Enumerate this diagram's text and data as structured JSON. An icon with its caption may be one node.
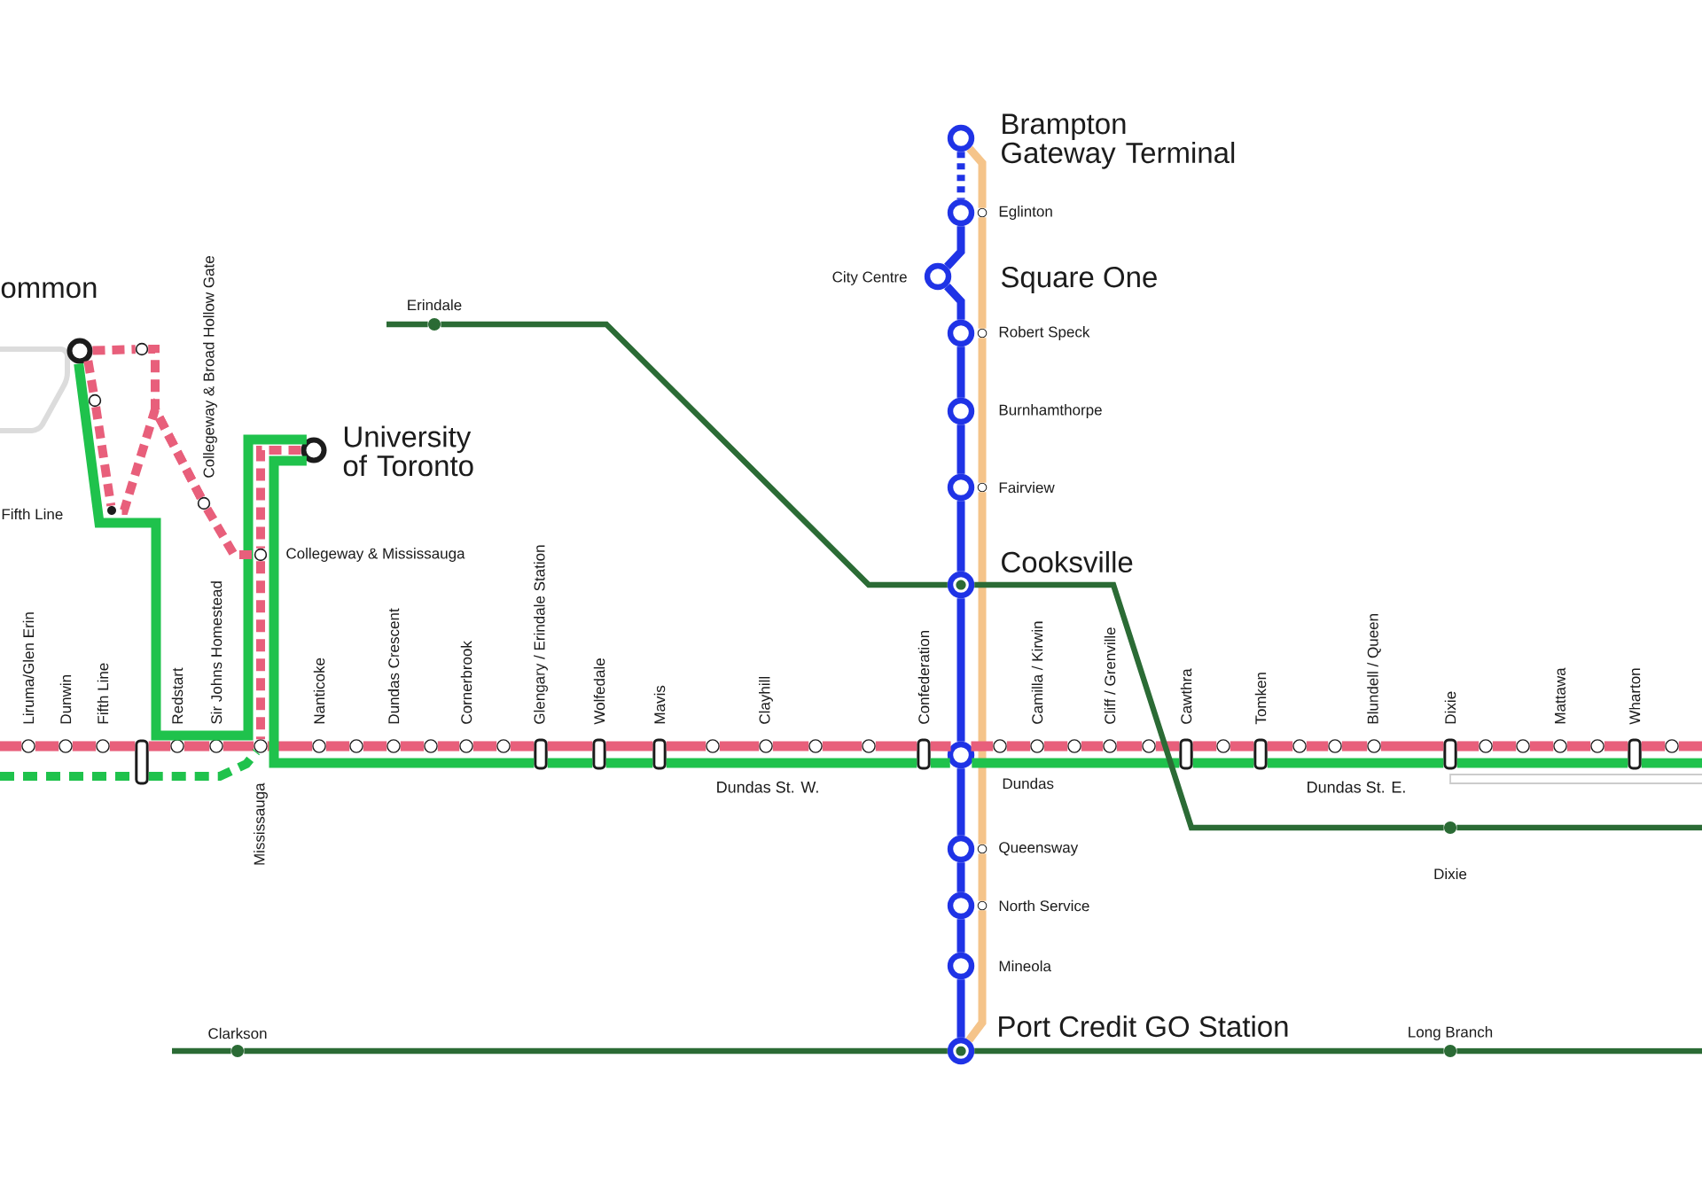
{
  "diagram": {
    "nodes": [
      {
        "text": [],
        "shape": "circle",
        "beside": [
          "ommon"
        ]
      },
      {
        "text": [],
        "shape": "circle"
      },
      {
        "text": [],
        "shape": "circle"
      },
      {
        "text": [],
        "shape": "circle",
        "beside": [
          "Collegeway & Broad Hollow Gate"
        ]
      },
      {
        "text": [],
        "shape": "circle",
        "beside": [
          "Fifth Line"
        ]
      },
      {
        "text": [],
        "shape": "circle",
        "beside": [
          "University of Toronto"
        ]
      },
      {
        "text": [],
        "shape": "circle",
        "beside": [
          "Collegeway & Mississauga"
        ]
      },
      {
        "text": [],
        "shape": "circle",
        "beside": [
          "Erindale"
        ]
      },
      {
        "text": [],
        "shape": "circle",
        "beside": [
          "Brampton Gateway Terminal"
        ]
      },
      {
        "text": [],
        "shape": "circle"
      },
      {
        "text": [],
        "shape": "circle",
        "beside": [
          "City Centre"
        ]
      },
      {
        "text": [],
        "shape": "circle"
      },
      {
        "text": [],
        "shape": "circle",
        "beside": [
          "Burnhamthorpe"
        ]
      },
      {
        "text": [],
        "shape": "circle"
      },
      {
        "text": [],
        "shape": "circle",
        "beside": [
          "Cooksville"
        ]
      },
      {
        "text": [],
        "shape": "circle",
        "beside": [
          "Liruma/Glen Erin"
        ]
      },
      {
        "text": [],
        "shape": "circle",
        "beside": [
          "Dunwin"
        ]
      },
      {
        "text": [],
        "shape": "circle",
        "beside": [
          "Fifth Line"
        ]
      },
      {
        "text": [],
        "shape": "capsule"
      },
      {
        "text": [],
        "shape": "circle",
        "beside": [
          "Redstart"
        ]
      },
      {
        "text": [],
        "shape": "circle",
        "beside": [
          "Sir Johns Homestead"
        ]
      },
      {
        "text": [],
        "shape": "circle",
        "beside": [
          "Mississauga"
        ]
      },
      {
        "text": [],
        "shape": "circle",
        "beside": [
          "Nanticoke"
        ]
      },
      {
        "text": [],
        "shape": "circle"
      },
      {
        "text": [],
        "shape": "circle",
        "beside": [
          "Dundas Crescent"
        ]
      },
      {
        "text": [],
        "shape": "circle"
      },
      {
        "text": [],
        "shape": "circle",
        "beside": [
          "Cornerbrook"
        ]
      },
      {
        "text": [],
        "shape": "circle"
      },
      {
        "text": [],
        "shape": "capsule",
        "beside": [
          "Glengary / Erindale Station"
        ]
      },
      {
        "text": [],
        "shape": "capsule",
        "beside": [
          "Wolfedale"
        ]
      },
      {
        "text": [],
        "shape": "capsule",
        "beside": [
          "Mavis"
        ]
      },
      {
        "text": [],
        "shape": "circle"
      },
      {
        "text": [],
        "shape": "circle",
        "beside": [
          "Clayhill"
        ]
      },
      {
        "text": [],
        "shape": "circle"
      },
      {
        "text": [],
        "shape": "circle"
      },
      {
        "text": [],
        "shape": "capsule",
        "beside": [
          "Confederation"
        ]
      },
      {
        "text": [],
        "shape": "circle",
        "beside": [
          "Dundas"
        ]
      },
      {
        "text": [],
        "shape": "circle"
      },
      {
        "text": [],
        "shape": "circle",
        "beside": [
          "Camilla / Kirwin"
        ]
      },
      {
        "text": [],
        "shape": "circle"
      },
      {
        "text": [],
        "shape": "circle",
        "beside": [
          "Cliff / Grenville"
        ]
      },
      {
        "text": [],
        "shape": "circle"
      },
      {
        "text": [],
        "shape": "capsule",
        "beside": [
          "Cawthra"
        ]
      },
      {
        "text": [],
        "shape": "circle"
      },
      {
        "text": [],
        "shape": "capsule",
        "beside": [
          "Tomken"
        ]
      },
      {
        "text": [],
        "shape": "circle"
      },
      {
        "text": [],
        "shape": "circle"
      },
      {
        "text": [],
        "shape": "circle",
        "beside": [
          "Blundell / Queen"
        ]
      },
      {
        "text": [],
        "shape": "capsule",
        "beside": [
          "Dixie"
        ]
      },
      {
        "text": [],
        "shape": "circle"
      },
      {
        "text": [],
        "shape": "circle"
      },
      {
        "text": [],
        "shape": "circle",
        "beside": [
          "Mattawa"
        ]
      },
      {
        "text": [],
        "shape": "circle"
      },
      {
        "text": [],
        "shape": "capsule",
        "beside": [
          "Wharton"
        ]
      },
      {
        "text": [],
        "shape": "circle"
      },
      {
        "text": [],
        "shape": "circle"
      },
      {
        "text": [],
        "shape": "circle"
      },
      {
        "text": [],
        "shape": "circle",
        "beside": [
          "Mineola"
        ]
      },
      {
        "text": [],
        "shape": "circle",
        "beside": [
          "Dixie"
        ]
      },
      {
        "text": [],
        "shape": "circle",
        "beside": [
          "Clarkson"
        ]
      },
      {
        "text": [],
        "shape": "circle",
        "beside": [
          "Port Credit GO Station"
        ]
      },
      {
        "text": [],
        "shape": "circle",
        "beside": [
          "Long Branch"
        ]
      },
      {
        "text": [],
        "shape": "circle",
        "beside": [
          "Eglinton"
        ]
      },
      {
        "text": [],
        "shape": "circle",
        "beside": [
          "Robert Speck"
        ]
      },
      {
        "text": [],
        "shape": "circle",
        "beside": [
          "Fairview"
        ]
      },
      {
        "text": [],
        "shape": "circle",
        "beside": [
          "Queensway"
        ]
      },
      {
        "text": [],
        "shape": "circle",
        "beside": [
          "North Service"
        ]
      }
    ],
    "edges": [
      {
        "from": null,
        "to": 15,
        "arrow": "none"
      },
      {
        "from": 15,
        "to": 16,
        "arrow": "none"
      },
      {
        "from": 16,
        "to": 17,
        "arrow": "none"
      },
      {
        "from": 17,
        "to": 18,
        "arrow": "none"
      },
      {
        "from": 18,
        "to": 19,
        "arrow": "none"
      },
      {
        "from": 19,
        "to": 20,
        "arrow": "none"
      },
      {
        "from": 20,
        "to": 21,
        "arrow": "none"
      },
      {
        "from": 21,
        "to": 22,
        "arrow": "none"
      },
      {
        "from": 22,
        "to": 23,
        "arrow": "none"
      },
      {
        "from": 23,
        "to": 24,
        "arrow": "none"
      },
      {
        "from": 24,
        "to": 25,
        "arrow": "none"
      },
      {
        "from": 25,
        "to": 26,
        "arrow": "none"
      },
      {
        "from": 26,
        "to": 27,
        "arrow": "none"
      },
      {
        "from": 27,
        "to": 28,
        "arrow": "none"
      },
      {
        "from": 28,
        "to": 29,
        "arrow": "none"
      },
      {
        "from": 29,
        "to": 30,
        "arrow": "none"
      },
      {
        "from": 30,
        "to": 31,
        "arrow": "none"
      },
      {
        "from": 31,
        "to": 32,
        "arrow": "none"
      },
      {
        "from": 32,
        "to": 33,
        "arrow": "none"
      },
      {
        "from": 33,
        "to": 34,
        "arrow": "none"
      },
      {
        "from": 34,
        "to": 35,
        "arrow": "none"
      },
      {
        "from": 35,
        "to": 36,
        "arrow": "none"
      },
      {
        "from": 36,
        "to": 37,
        "arrow": "none"
      },
      {
        "from": 37,
        "to": 38,
        "arrow": "none"
      },
      {
        "from": 38,
        "to": 39,
        "arrow": "none"
      },
      {
        "from": 39,
        "to": 40,
        "arrow": "none"
      },
      {
        "from": 40,
        "to": 41,
        "arrow": "none"
      },
      {
        "from": 41,
        "to": 42,
        "arrow": "none"
      },
      {
        "from": 42,
        "to": 43,
        "arrow": "none"
      },
      {
        "from": 43,
        "to": 44,
        "arrow": "none"
      },
      {
        "from": 44,
        "to": 45,
        "arrow": "none"
      },
      {
        "from": 45,
        "to": 46,
        "arrow": "none"
      },
      {
        "from": 46,
        "to": 47,
        "arrow": "none"
      },
      {
        "from": 47,
        "to": 48,
        "arrow": "none"
      },
      {
        "from": 48,
        "to": 49,
        "arrow": "none"
      },
      {
        "from": 49,
        "to": 50,
        "arrow": "none"
      },
      {
        "from": 50,
        "to": 51,
        "arrow": "none"
      },
      {
        "from": 51,
        "to": 52,
        "arrow": "none"
      },
      {
        "from": 52,
        "to": 53,
        "arrow": "none"
      },
      {
        "from": 53,
        "to": 54,
        "arrow": "none"
      },
      {
        "from": 54,
        "to": null,
        "arrow": "none"
      },
      {
        "from": 0,
        "to": 5,
        "arrow": "none",
        "color": "#1fc24c"
      },
      {
        "from": 5,
        "to": 28,
        "arrow": "none",
        "color": "#1fc24c"
      },
      {
        "from": 28,
        "to": 29,
        "arrow": "none",
        "color": "#1fc24c"
      },
      {
        "from": 29,
        "to": 30,
        "arrow": "none",
        "color": "#1fc24c"
      },
      {
        "from": 30,
        "to": 35,
        "arrow": "none",
        "color": "#1fc24c"
      },
      {
        "from": 35,
        "to": 36,
        "arrow": "none",
        "color": "#1fc24c"
      },
      {
        "from": 36,
        "to": 42,
        "arrow": "none",
        "color": "#1fc24c"
      },
      {
        "from": 42,
        "to": 44,
        "arrow": "none",
        "color": "#1fc24c"
      },
      {
        "from": 44,
        "to": 48,
        "arrow": "none",
        "color": "#1fc24c"
      },
      {
        "from": 48,
        "to": 53,
        "arrow": "none",
        "color": "#1fc24c"
      },
      {
        "from": 53,
        "to": null,
        "arrow": "none",
        "color": "#1fc24c"
      },
      {
        "from": null,
        "to": 18,
        "arrow": "none",
        "style": "dashed",
        "color": "#1fc24c"
      },
      {
        "from": 18,
        "to": 21,
        "arrow": "none",
        "style": "dashed",
        "color": "#1fc24c"
      },
      {
        "from": 0,
        "to": 1,
        "arrow": "none",
        "style": "dashed"
      },
      {
        "from": 0,
        "to": 2,
        "arrow": "none",
        "style": "dashed"
      },
      {
        "from": 2,
        "to": 4,
        "arrow": "none",
        "style": "dashed"
      },
      {
        "from": 3,
        "to": 1,
        "arrow": "none",
        "style": "dashed"
      },
      {
        "from": 3,
        "to": 4,
        "arrow": "none",
        "style": "dashed"
      },
      {
        "from": 3,
        "to": 6,
        "arrow": "none",
        "style": "dashed"
      },
      {
        "from": 5,
        "to": 6,
        "arrow": "none",
        "style": "dashed"
      },
      {
        "from": 6,
        "to": 21,
        "arrow": "none",
        "style": "dashed"
      },
      {
        "from": 8,
        "to": 9,
        "arrow": "none",
        "style": "dashed",
        "color": "#1f33e6"
      },
      {
        "from": 9,
        "to": 10,
        "arrow": "none",
        "color": "#1f33e6"
      },
      {
        "from": 10,
        "to": 11,
        "arrow": "none",
        "color": "#1f33e6"
      },
      {
        "from": 11,
        "to": 12,
        "arrow": "none",
        "color": "#1f33e6"
      },
      {
        "from": 12,
        "to": 13,
        "arrow": "none",
        "color": "#1f33e6"
      },
      {
        "from": 13,
        "to": 14,
        "arrow": "none",
        "color": "#1f33e6"
      },
      {
        "from": 14,
        "to": 36,
        "arrow": "none",
        "color": "#1f33e6"
      },
      {
        "from": 36,
        "to": 55,
        "arrow": "none",
        "color": "#1f33e6"
      },
      {
        "from": 55,
        "to": 56,
        "arrow": "none",
        "color": "#1f33e6"
      },
      {
        "from": 56,
        "to": 57,
        "arrow": "none",
        "color": "#1f33e6"
      },
      {
        "from": 57,
        "to": 60,
        "arrow": "none",
        "color": "#1f33e6"
      },
      {
        "from": null,
        "to": 7,
        "arrow": "none",
        "color": "#2b6b35"
      },
      {
        "from": 7,
        "to": 14,
        "arrow": "none",
        "color": "#2b6b35"
      },
      {
        "from": 14,
        "to": 58,
        "arrow": "none",
        "color": "#2b6b35"
      },
      {
        "from": 58,
        "to": null,
        "arrow": "none",
        "color": "#2b6b35"
      },
      {
        "from": null,
        "to": 59,
        "arrow": "none",
        "color": "#2b6b35"
      },
      {
        "from": 59,
        "to": 60,
        "arrow": "none",
        "color": "#2b6b35"
      },
      {
        "from": 60,
        "to": 61,
        "arrow": "none",
        "color": "#2b6b35"
      },
      {
        "from": 61,
        "to": null,
        "arrow": "none",
        "color": "#2b6b35"
      },
      {
        "from": 8,
        "to": 62,
        "arrow": "none",
        "color": "#f5c48a"
      },
      {
        "from": 62,
        "to": 63,
        "arrow": "none",
        "color": "#f5c48a"
      },
      {
        "from": 63,
        "to": 64,
        "arrow": "none",
        "color": "#f5c48a"
      },
      {
        "from": 64,
        "to": 65,
        "arrow": "none",
        "color": "#f5c48a"
      },
      {
        "from": 65,
        "to": 66,
        "arrow": "none",
        "color": "#f5c48a"
      },
      {
        "from": 66,
        "to": 60,
        "arrow": "none",
        "color": "#f5c48a"
      }
    ],
    "labels": [
      "Square One",
      "Dundas St. W.",
      "Dundas St. E."
    ]
  }
}
